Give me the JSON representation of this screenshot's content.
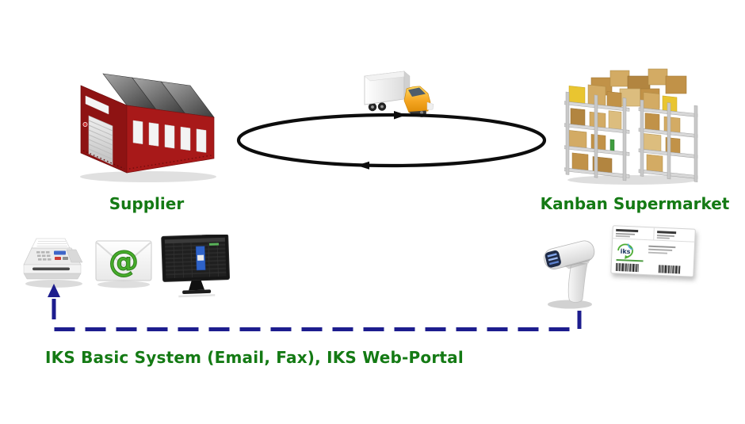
{
  "diagram": {
    "supplier_label": "Supplier",
    "kanban_supermarket_label": "Kanban Supermarket",
    "caption": "IKS Basic System (Email, Fax), IKS Web-Portal",
    "email_at_symbol": "@",
    "card_logo_text": "iks"
  },
  "icons": {
    "factory": "factory-icon",
    "truck": "delivery-truck-icon",
    "loop": "circular-flow-ellipse-with-arrows",
    "warehouse": "warehouse-shelves-icon",
    "fax": "fax-machine-icon",
    "email": "email-envelope-icon",
    "monitor": "web-portal-monitor-icon",
    "scanner": "barcode-scanner-icon",
    "kanban_card": "kanban-card-icon",
    "connector": "dashed-connector-with-up-arrow"
  },
  "colors": {
    "label_green": "#147a14",
    "connector_navy": "#1d1d8e",
    "loop_black": "#0d0d0d",
    "factory_red": "#a81919",
    "factory_red_dark": "#8e1313",
    "box_tan": "#cda55e",
    "at_symbol_green": "#47ad2b",
    "scanner_window_blue": "#1f2b47",
    "monitor_highlight_blue": "#2e62c8"
  }
}
